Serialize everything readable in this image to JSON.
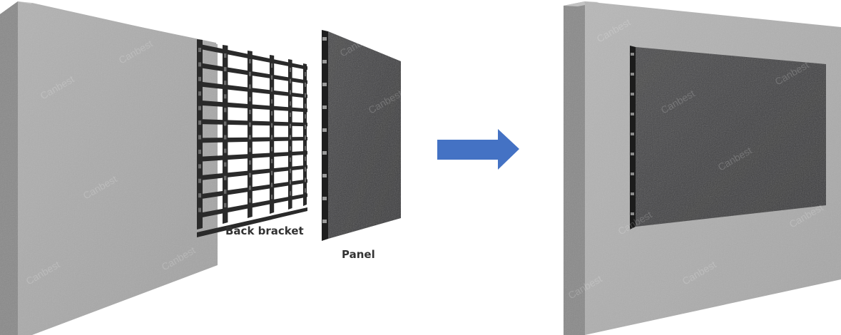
{
  "labels": {
    "back_bracket": "Back bracket",
    "panel": "Panel"
  },
  "watermark": {
    "text": "Canbest"
  },
  "colors": {
    "wall_light": "#b5b5b5",
    "wall_dark": "#8c8c8c",
    "panel_face": "#3f3f41",
    "bracket": "#2a2a2a",
    "arrow": "#4472c4"
  },
  "icons": {
    "arrow": "right-arrow-icon"
  }
}
